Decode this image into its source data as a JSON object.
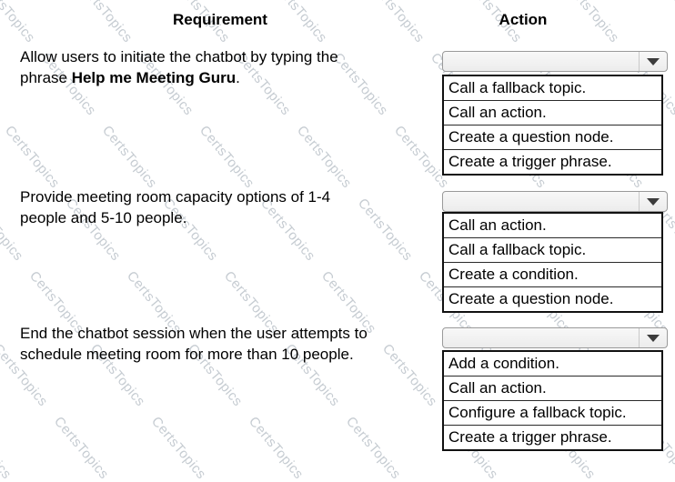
{
  "watermark": {
    "text": "CertsTopics",
    "color": "#c6ccd2"
  },
  "headers": {
    "requirement": "Requirement",
    "action": "Action"
  },
  "rows": [
    {
      "line1": "Allow users to initiate the chatbot by typing the",
      "line2_pre": "phrase ",
      "line2_bold": "Help me Meeting Guru",
      "line2_post": ".",
      "selected_value": "",
      "options": [
        "Call a fallback topic.",
        "Call an action.",
        "Create a question node.",
        "Create a trigger phrase."
      ]
    },
    {
      "line1": "Provide meeting room capacity options of 1-4",
      "line2": "people and 5-10 people.",
      "selected_value": "",
      "options": [
        "Call an action.",
        "Call a fallback topic.",
        "Create a condition.",
        "Create a question node."
      ]
    },
    {
      "line1": "End the chatbot session when the user attempts to",
      "line2": "schedule meeting room for more than 10 people.",
      "selected_value": "",
      "options": [
        "Add a condition.",
        "Call an action.",
        "Configure a fallback topic.",
        "Create a trigger phrase."
      ]
    }
  ]
}
